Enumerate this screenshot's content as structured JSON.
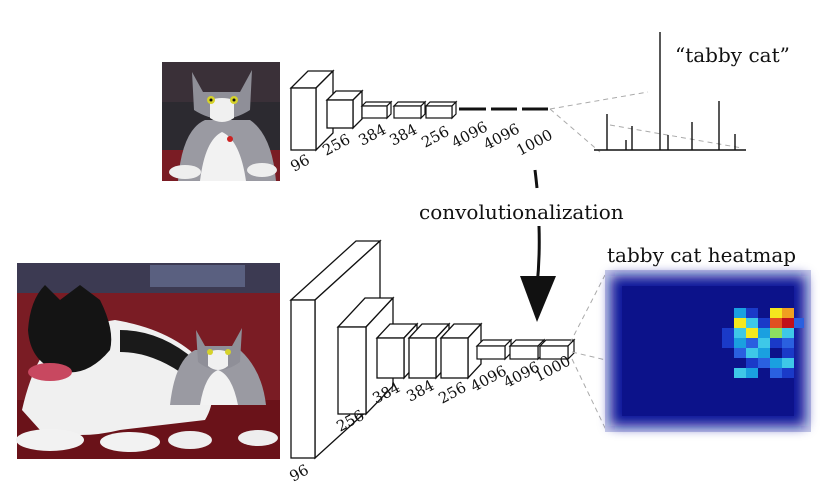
{
  "top_label": "“tabby cat”",
  "arrow_label": "convolutionalization",
  "heatmap_title": "tabby cat heatmap",
  "top_network": {
    "layer_labels": [
      "96",
      "256",
      "384",
      "384",
      "256",
      "4096",
      "4096",
      "1000"
    ]
  },
  "bottom_network": {
    "layer_labels": [
      "96",
      "256",
      "384",
      "384",
      "256",
      "4096",
      "4096",
      "1000"
    ]
  },
  "photos": {
    "top": "cat photo",
    "bottom": "dog and cat photo"
  },
  "colors": {
    "heatmap_bg": "#10189a",
    "heatmap_hot": "#c0101a",
    "heatmap_warm": "#f5e81e",
    "heatmap_cool": "#3ec8e8",
    "couch": "#7a1c24"
  }
}
